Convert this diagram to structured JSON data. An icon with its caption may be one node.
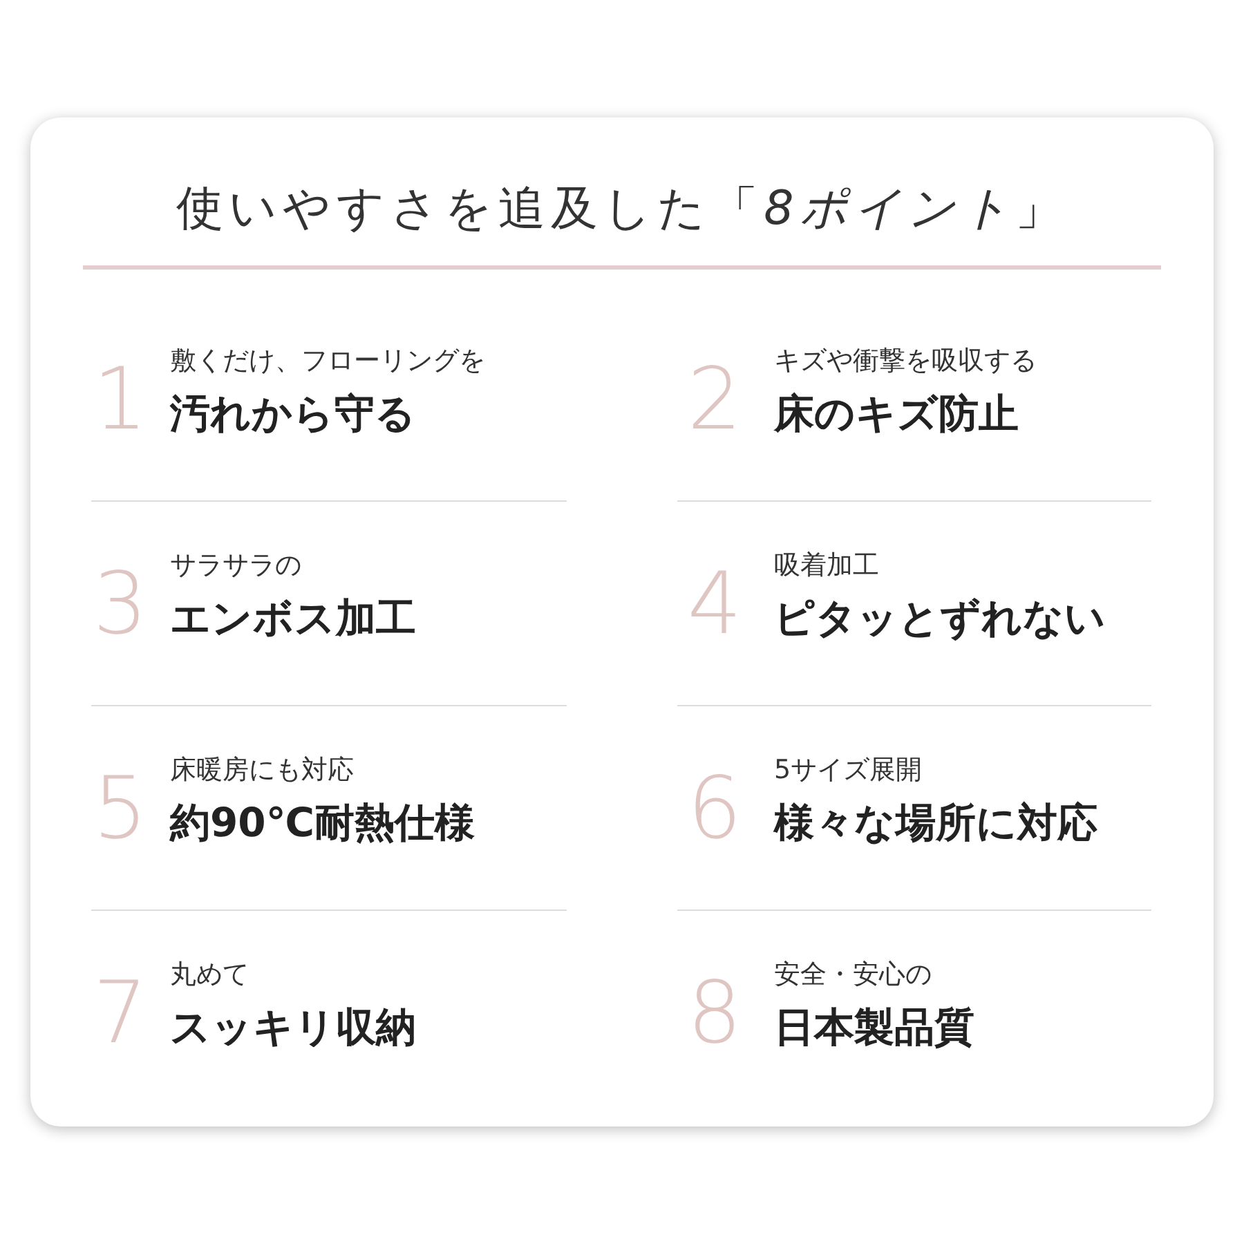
{
  "diagram": {
    "title": "使いやすさを追及した「*8ポイント*」",
    "labels": [
      "1",
      "敷くだけ、フローリングを",
      "汚れから守る",
      "2",
      "キズや衝撃を吸収する",
      "床のキズ防止",
      "3",
      "サラサラの",
      "エンボス加工",
      "4",
      "吸着加工",
      "ピタッとずれない",
      "5",
      "床暖房にも対応",
      "約90℃耐熱仕様",
      "6",
      "5サイズ展開",
      "様々な場所に対応",
      "7",
      "丸めて",
      "スッキリ収納",
      "8",
      "安全・安心の",
      "日本製品質"
    ]
  }
}
